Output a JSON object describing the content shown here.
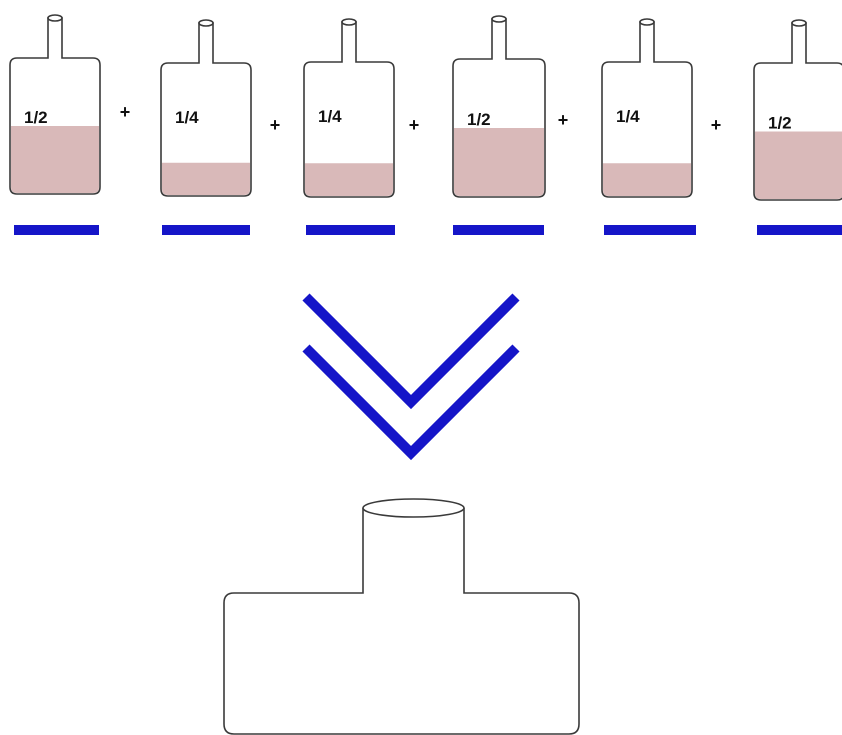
{
  "colors": {
    "liquid": "#d9b9b9",
    "outline": "#3a3a3a",
    "accent_blue": "#1515c8"
  },
  "bottles": [
    {
      "label": "1/2",
      "fill": 0.5
    },
    {
      "label": "1/4",
      "fill": 0.25
    },
    {
      "label": "1/4",
      "fill": 0.25
    },
    {
      "label": "1/2",
      "fill": 0.5
    },
    {
      "label": "1/4",
      "fill": 0.25
    },
    {
      "label": "1/2",
      "fill": 0.5
    }
  ],
  "operator": "+",
  "result": {
    "fill": 0
  }
}
